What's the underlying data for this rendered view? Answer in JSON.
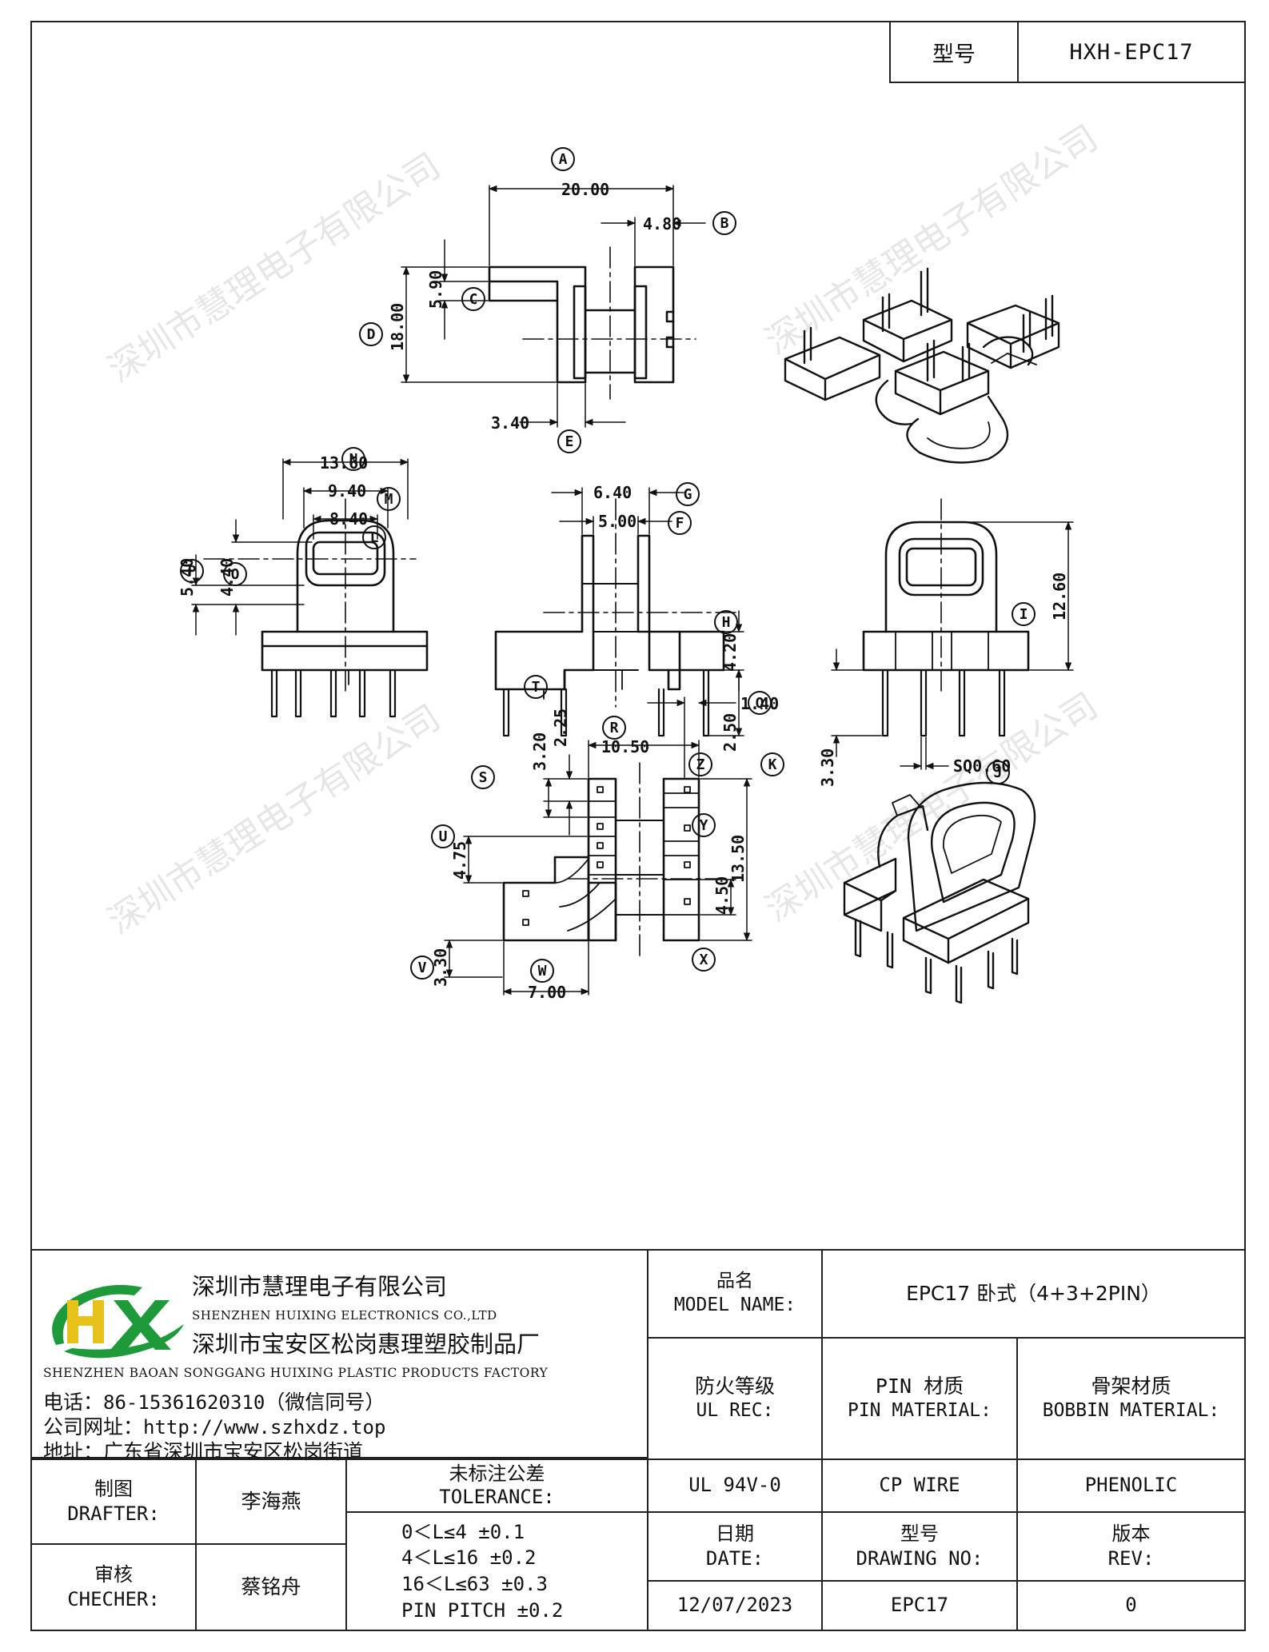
{
  "header": {
    "model_label": "型号",
    "model_value": "HXH-EPC17"
  },
  "watermark": "深圳市慧理电子有限公司",
  "dimensions": {
    "A": "20.00",
    "B": "4.80",
    "C": "5.90",
    "D": "18.00",
    "E": "3.40",
    "N": "13.60",
    "M": "9.40",
    "L": "8.40",
    "P": "5.40",
    "O": "4.40",
    "G": "6.40",
    "F": "5.00",
    "H": "4.20",
    "Z": "2.50",
    "I": "12.60",
    "K": "3.30",
    "J": "SQ0.60",
    "T": "2.25",
    "S": "3.20",
    "R": "10.50",
    "Q": "1.40",
    "U": "4.75",
    "Y": "13.50",
    "X": "4.50",
    "V": "3.30",
    "W": "7.00"
  },
  "title_block": {
    "company_cn": "深圳市慧理电子有限公司",
    "company_en": "SHENZHEN HUIXING ELECTRONICS CO.,LTD",
    "factory_cn": "深圳市宝安区松岗惠理塑胶制品厂",
    "factory_en": "SHENZHEN BAOAN SONGGANG HUIXING PLASTIC PRODUCTS FACTORY",
    "phone_label": "电话：",
    "phone_value": "86-15361620310",
    "phone_note": "（微信同号）",
    "web_label": "公司网址：",
    "web_value": "http://www.szhxdz.top",
    "addr_label": "地址：",
    "addr_value": "广东省深圳市宝安区松岗街道",
    "model_name_cn": "品名",
    "model_name_en": "MODEL NAME:",
    "model_name_value": "EPC17 卧式（4+3+2PIN）",
    "fire_cn": "防火等级",
    "fire_en": "UL REC:",
    "pin_mat_cn": "PIN 材质",
    "pin_mat_en": "PIN MATERIAL:",
    "bobbin_mat_cn": "骨架材质",
    "bobbin_mat_en": "BOBBIN MATERIAL:",
    "fire_value": "UL 94V-0",
    "pin_mat_value": "CP WIRE",
    "bobbin_mat_value": "PHENOLIC",
    "drafter_cn": "制图",
    "drafter_en": "DRAFTER:",
    "drafter_name": "李海燕",
    "tolerance_cn": "未标注公差",
    "tolerance_en": "TOLERANCE:",
    "tolerance_lines": [
      "0＜L≤4   ±0.1",
      "4＜L≤16  ±0.2",
      "16＜L≤63 ±0.3",
      "PIN PITCH ±0.2"
    ],
    "checker_cn": "审核",
    "checker_en": "CHECHER:",
    "checker_name": "蔡铭舟",
    "date_cn": "日期",
    "date_en": "DATE:",
    "date_value": "12/07/2023",
    "drawing_no_cn": "型号",
    "drawing_no_en": "DRAWING NO:",
    "drawing_no_value": "EPC17",
    "rev_cn": "版本",
    "rev_en": "REV:",
    "rev_value": "0"
  }
}
